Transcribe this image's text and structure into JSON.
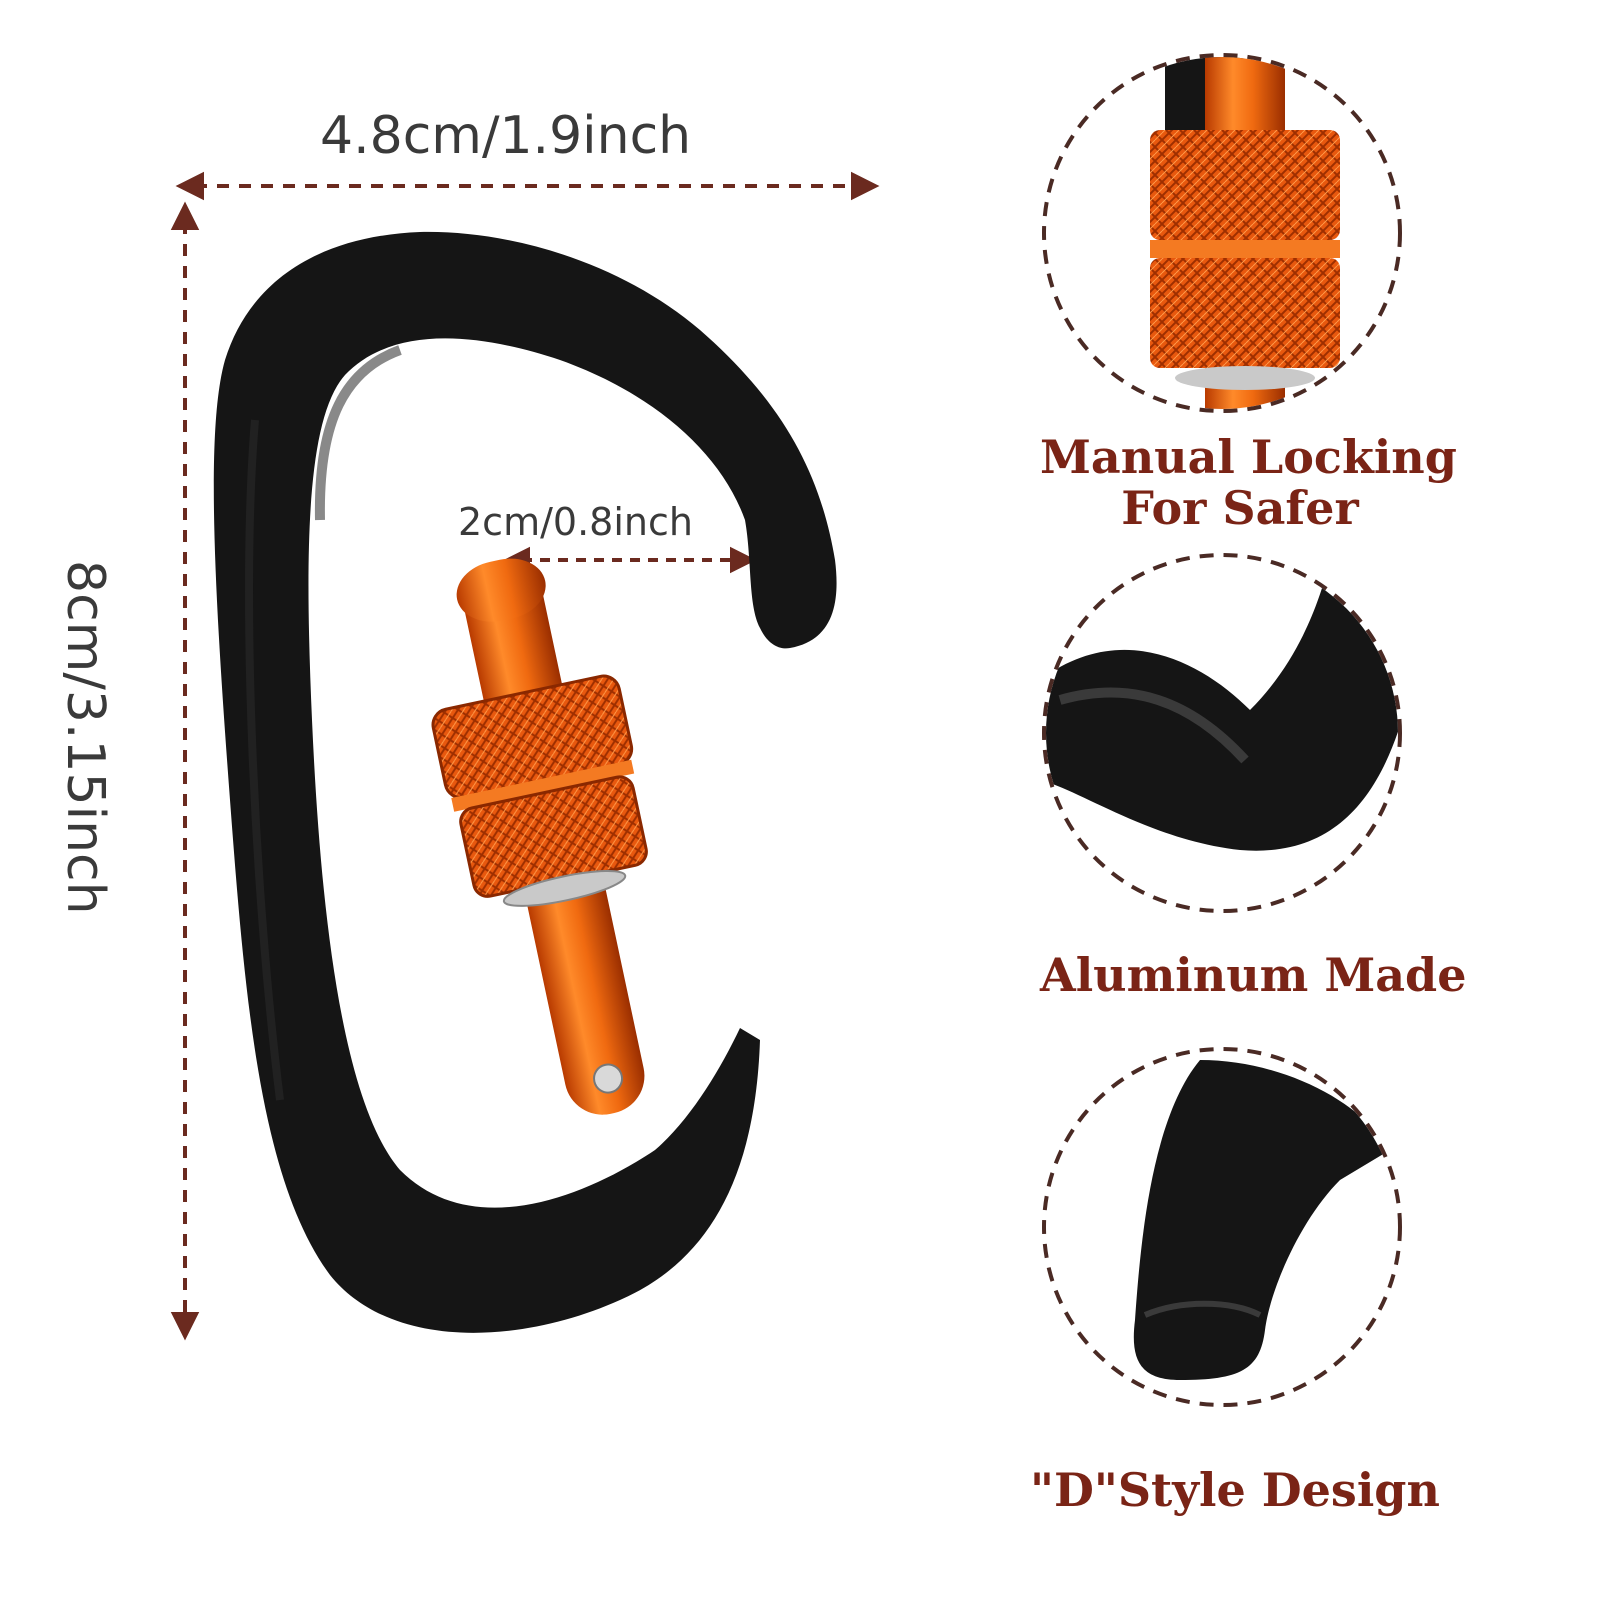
{
  "dimensions": {
    "width_label": "4.8cm/1.9inch",
    "height_label": "8cm/3.15inch",
    "gate_label": "2cm/0.8inch"
  },
  "features": [
    {
      "label_line1": "Manual Locking",
      "label_line2": "For Safer",
      "icon": "locking-sleeve-closeup"
    },
    {
      "label_line1": "Aluminum Made",
      "icon": "aluminum-frame-closeup"
    },
    {
      "label_line1": "\"D\"Style Design",
      "icon": "d-shape-nose-closeup"
    }
  ],
  "colors": {
    "dim_line": "#6b2a1f",
    "label_text": "#7a2416",
    "gate_orange": "#f06a10",
    "body_black": "#151515"
  }
}
